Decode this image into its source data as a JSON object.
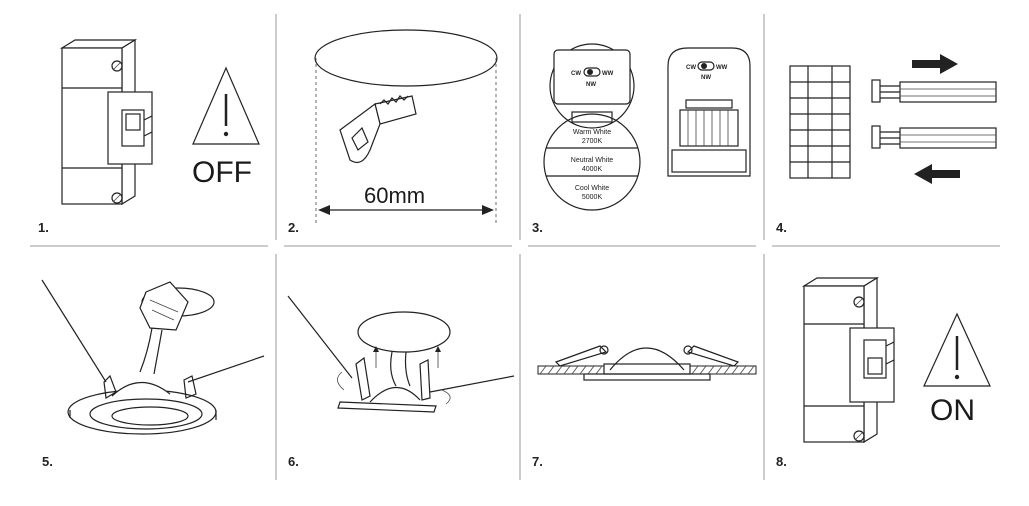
{
  "steps": [
    {
      "number": "1.",
      "label": "OFF"
    },
    {
      "number": "2.",
      "dimension": "60mm"
    },
    {
      "number": "3.",
      "switch": {
        "cw": "CW",
        "ww": "WW",
        "nw": "NW"
      },
      "options": [
        {
          "name": "Warm White",
          "temp": "2700K"
        },
        {
          "name": "Neutral White",
          "temp": "4000K"
        },
        {
          "name": "Cool White",
          "temp": "5000K"
        }
      ]
    },
    {
      "number": "4."
    },
    {
      "number": "5."
    },
    {
      "number": "6."
    },
    {
      "number": "7."
    },
    {
      "number": "8.",
      "label": "ON"
    }
  ],
  "colors": {
    "line": "#222222",
    "divider": "#999999",
    "background": "#ffffff"
  },
  "icons": [
    "warning-triangle-icon",
    "arrow-right-icon",
    "arrow-left-icon"
  ]
}
